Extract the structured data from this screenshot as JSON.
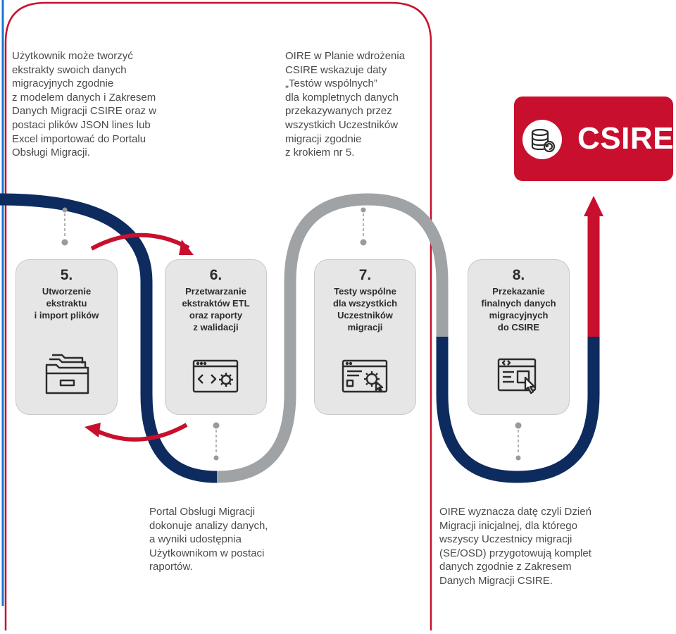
{
  "brand": {
    "name": "CSIRE"
  },
  "colors": {
    "red": "#c8102e",
    "navy": "#0d2b5e",
    "gray": "#9fa3a5",
    "blue_edge": "#1976d2"
  },
  "notes": {
    "top_left": "Użytkownik może tworzyć\nekstrakty swoich danych\nmigracyjnych zgodnie\n z modelem danych i Zakresem\nDanych Migracji CSIRE oraz w\npostaci plików JSON lines lub\nExcel  importować do Portalu\nObsługi Migracji.",
    "top_right": "OIRE w Planie wdrożenia\nCSIRE wskazuje daty\n„Testów wspólnych”\ndla kompletnych danych\nprzekazywanych przez\nwszystkich Uczestników\nmigracji zgodnie\nz krokiem nr 5.",
    "bottom_left": "Portal Obsługi Migracji\ndokonuje analizy danych,\na wyniki udostępnia\nUżytkownikom w postaci\nraportów.",
    "bottom_right": "OIRE wyznacza datę czyli Dzień\nMigracji inicjalnej, dla którego\nwszyscy Uczestnicy migracji\n(SE/OSD) przygotowują komplet\ndanych zgodnie z Zakresem\nDanych Migracji CSIRE."
  },
  "steps": [
    {
      "number": "5.",
      "title": "Utworzenie\nekstraktu\ni import plików",
      "icon": "folder-icon"
    },
    {
      "number": "6.",
      "title": "Przetwarzanie\nekstraktów ETL\noraz raporty\nz walidacji",
      "icon": "code-gear-icon"
    },
    {
      "number": "7.",
      "title": "Testy wspólne\ndla wszystkich\nUczestników\nmigracji",
      "icon": "test-window-icon"
    },
    {
      "number": "8.",
      "title": "Przekazanie\nfinalnych danych\nmigracyjnych\ndo CSIRE",
      "icon": "code-cursor-icon"
    }
  ]
}
